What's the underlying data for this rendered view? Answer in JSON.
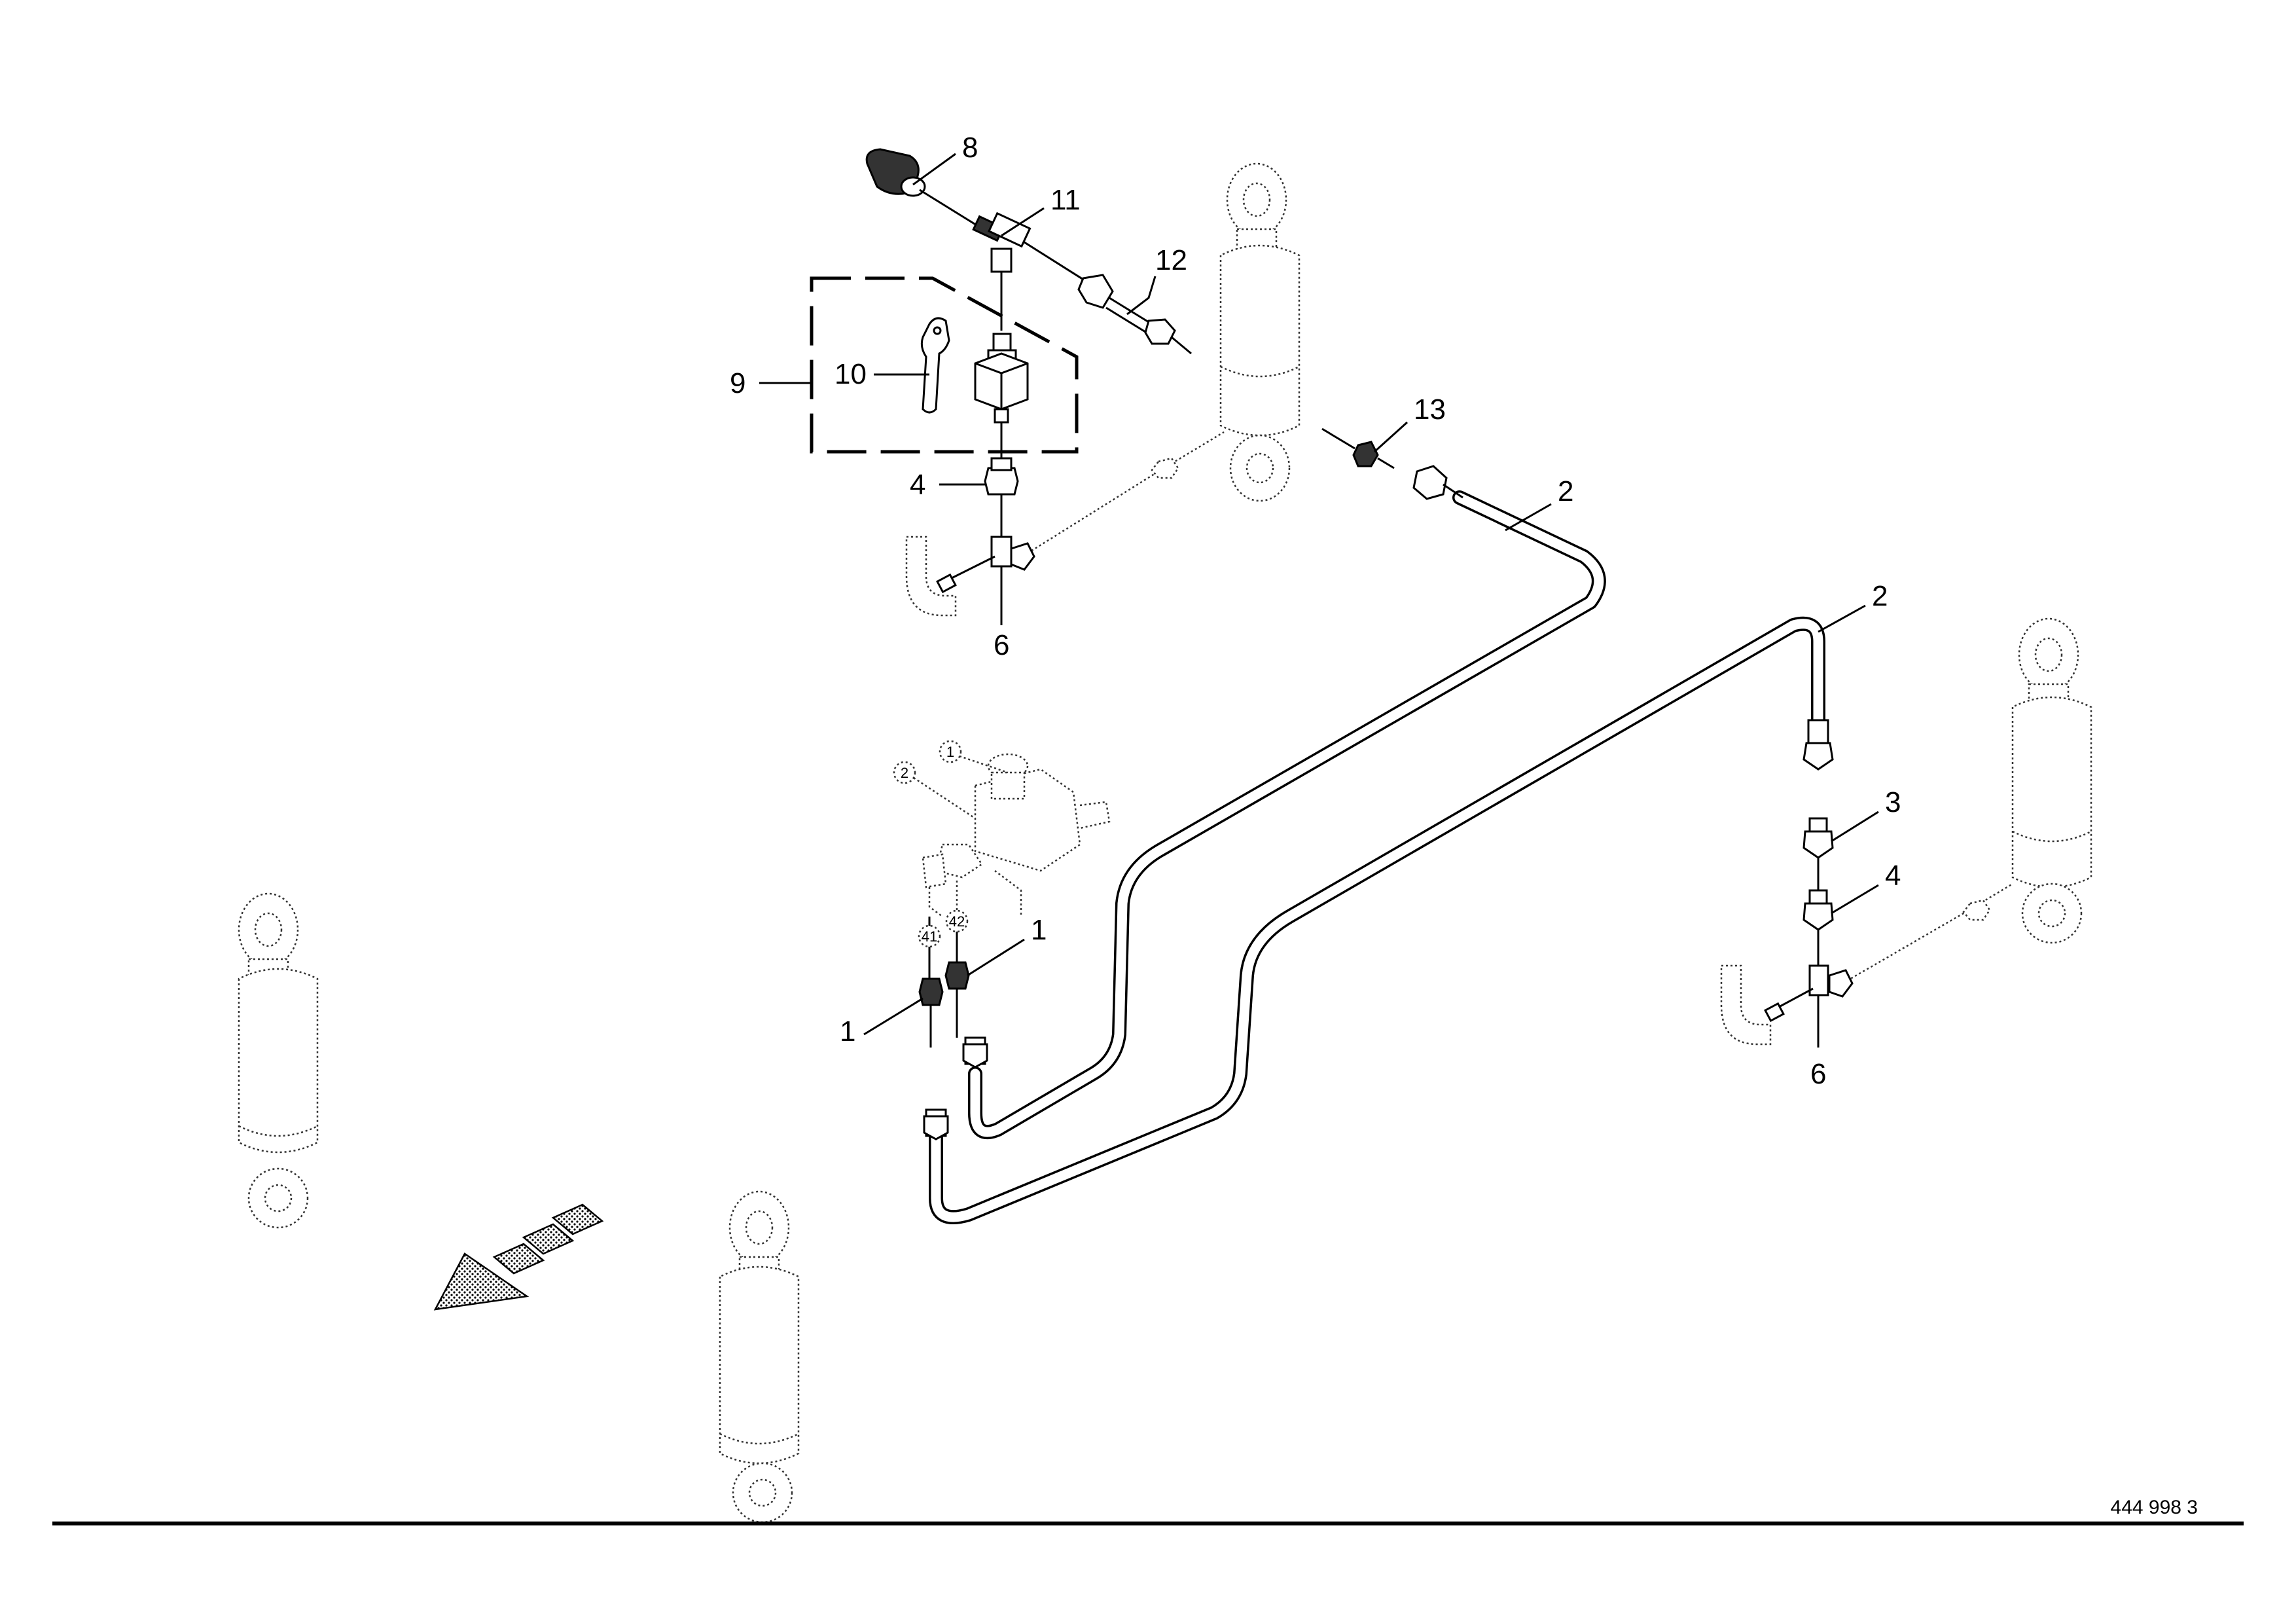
{
  "diagram": {
    "document_number": "444 998 3",
    "callouts": [
      {
        "id": "c8",
        "text": "8"
      },
      {
        "id": "c11",
        "text": "11"
      },
      {
        "id": "c12",
        "text": "12"
      },
      {
        "id": "c9",
        "text": "9"
      },
      {
        "id": "c10",
        "text": "10"
      },
      {
        "id": "c4a",
        "text": "4"
      },
      {
        "id": "c6a",
        "text": "6"
      },
      {
        "id": "c13",
        "text": "13"
      },
      {
        "id": "c2a",
        "text": "2"
      },
      {
        "id": "c2b",
        "text": "2"
      },
      {
        "id": "c3",
        "text": "3"
      },
      {
        "id": "c4b",
        "text": "4"
      },
      {
        "id": "c6b",
        "text": "6"
      },
      {
        "id": "c1a",
        "text": "1"
      },
      {
        "id": "c1b",
        "text": "1"
      }
    ],
    "port_markers": [
      {
        "id": "p1",
        "text": "1"
      },
      {
        "id": "p2",
        "text": "2"
      },
      {
        "id": "p41",
        "text": "41"
      },
      {
        "id": "p42",
        "text": "42"
      }
    ]
  }
}
